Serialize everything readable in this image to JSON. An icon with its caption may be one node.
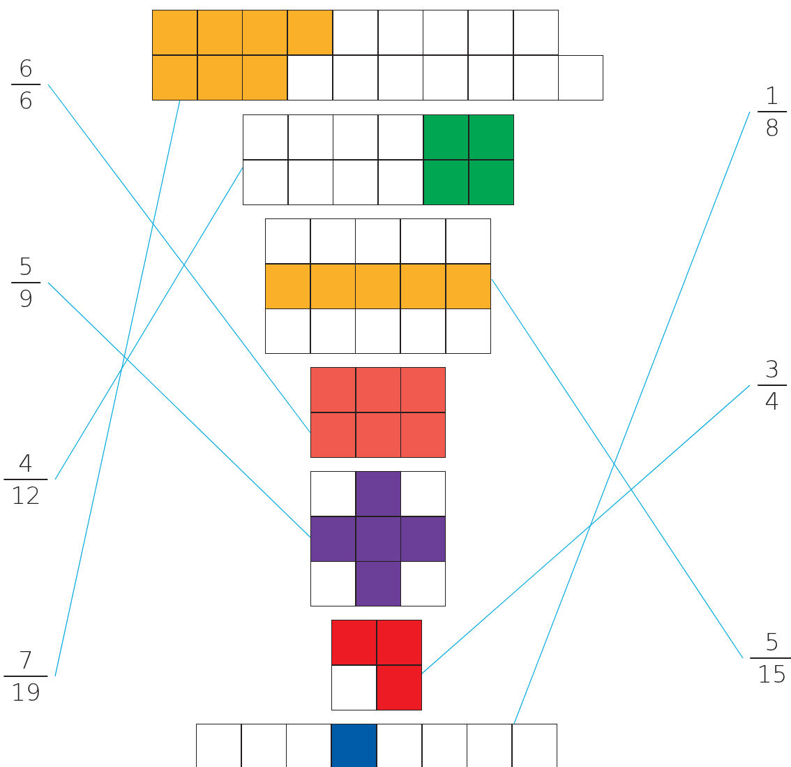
{
  "diagram": {
    "nodes": [
      {
        "text": [
          "6",
          "6"
        ]
      },
      {
        "text": [
          "5",
          "9"
        ]
      },
      {
        "text": [
          "4",
          "12"
        ]
      },
      {
        "text": [
          "7",
          "19"
        ]
      },
      {
        "text": [],
        "shape": "grid"
      },
      {
        "text": [],
        "shape": "grid"
      },
      {
        "text": [],
        "shape": "grid"
      },
      {
        "text": [],
        "shape": "grid"
      },
      {
        "text": [],
        "shape": "grid"
      },
      {
        "text": [],
        "shape": "grid"
      },
      {
        "text": [],
        "shape": "grid"
      },
      {
        "text": [
          "1",
          "8"
        ]
      },
      {
        "text": [
          "3",
          "4"
        ]
      },
      {
        "text": [
          "5",
          "15"
        ]
      }
    ],
    "edges": [
      {
        "from": 0,
        "to": 7,
        "arrow": "none"
      },
      {
        "from": 1,
        "to": 8,
        "arrow": "none"
      },
      {
        "from": 2,
        "to": 5,
        "arrow": "none"
      },
      {
        "from": 3,
        "to": 4,
        "arrow": "none"
      },
      {
        "from": 11,
        "to": 10,
        "arrow": "none"
      },
      {
        "from": 12,
        "to": 9,
        "arrow": "none"
      },
      {
        "from": 13,
        "to": 6,
        "arrow": "none"
      }
    ]
  }
}
